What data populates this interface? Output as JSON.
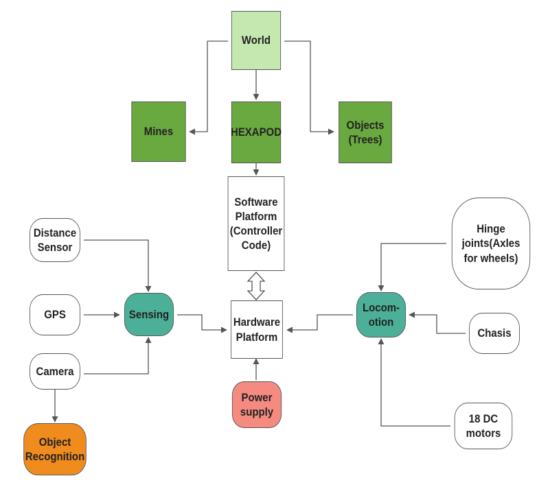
{
  "colors": {
    "light_green": "#c5e8b0",
    "green": "#6aa840",
    "teal": "#4caf98",
    "salmon": "#f58a80",
    "orange": "#f08c1e",
    "white": "#ffffff",
    "stroke": "#555555"
  },
  "nodes": {
    "world": {
      "label": "World"
    },
    "mines": {
      "label": "Mines"
    },
    "hexapod": {
      "label": "HEXAPOD"
    },
    "objects": {
      "label": "Objects (Trees)"
    },
    "software": {
      "label": "Software Platform (Controller Code)"
    },
    "hardware": {
      "label": "Hardware Platform"
    },
    "power": {
      "label": "Power supply"
    },
    "sensing": {
      "label": "Sensing"
    },
    "locomotion": {
      "label": "Locom-otion"
    },
    "distance": {
      "label": "Distance Sensor"
    },
    "gps": {
      "label": "GPS"
    },
    "camera": {
      "label": "Camera"
    },
    "object_recognition": {
      "label": "Object Recognition"
    },
    "hinge": {
      "label": "Hinge joints(Axles for wheels)"
    },
    "chasis": {
      "label": "Chasis"
    },
    "motors": {
      "label": "18 DC motors"
    }
  }
}
